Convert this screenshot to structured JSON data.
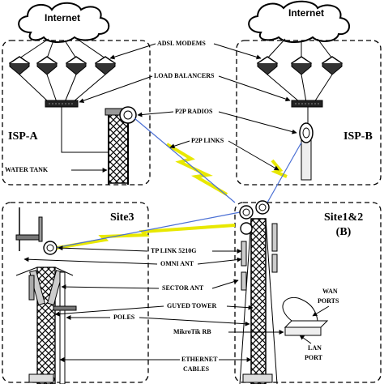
{
  "clouds": {
    "left": "Internet",
    "right": "Internet"
  },
  "labels": {
    "adsl_modems": "ADSL MODEMS",
    "load_balancers": "LOAD BALANCERS",
    "p2p_radios": "P2P RADIOS",
    "p2p_links": "P2P LINKS",
    "water_tank": "WATER TANK",
    "tp_link": "TP LINK 5210G",
    "omni_ant": "OMNI ANT",
    "sector_ant": "SECTOR ANT",
    "guyed_tower": "GUYED TOWER",
    "poles": "POLES",
    "mikrotik": "MikroTik RB",
    "ethernet_1": "ETHERNET",
    "ethernet_2": "CABLES",
    "wan_1": "WAN",
    "wan_2": "PORTS",
    "lan_1": "LAN",
    "lan_2": "PORT"
  },
  "regions": {
    "isp_a": "ISP-A",
    "isp_b": "ISP-B",
    "site3": "Site3",
    "site12": "Site1&2",
    "site12_sub": "(B)"
  }
}
